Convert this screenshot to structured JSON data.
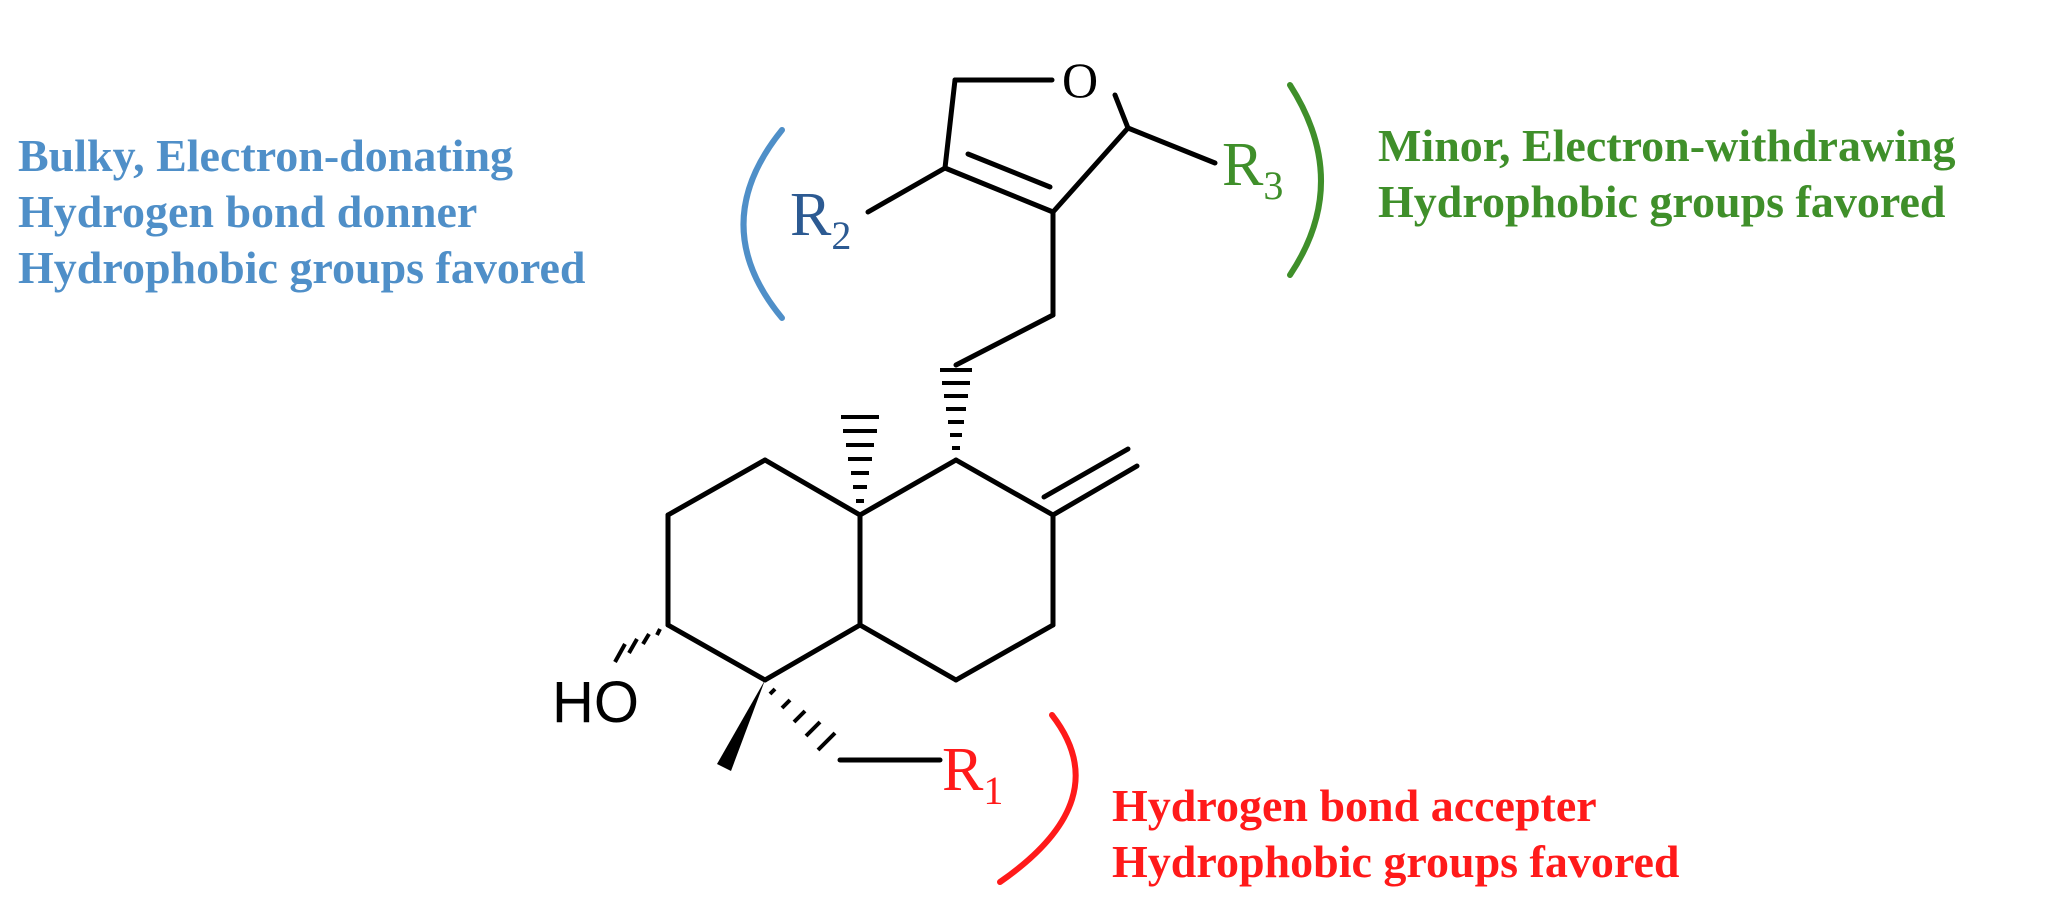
{
  "structure": {
    "oxygen_label": "O",
    "hydroxyl_label": "HO",
    "r1": {
      "label": "R",
      "subscript": "1"
    },
    "r2": {
      "label": "R",
      "subscript": "2"
    },
    "r3": {
      "label": "R",
      "subscript": "3"
    }
  },
  "annotations": {
    "r2": {
      "color": "#4f8fc8",
      "lines": [
        "Bulky, Electron-donating",
        "Hydrogen bond donner",
        "Hydrophobic groups favored"
      ]
    },
    "r3": {
      "color": "#3f8f2a",
      "lines": [
        "Minor, Electron-withdrawing",
        "Hydrophobic groups favored"
      ]
    },
    "r1": {
      "color": "#ff1a1a",
      "lines": [
        "Hydrogen bond accepter",
        "Hydrophobic groups favored"
      ]
    }
  }
}
